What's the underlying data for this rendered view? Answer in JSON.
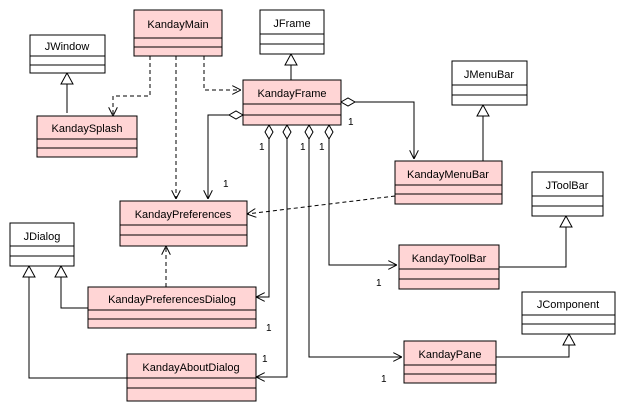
{
  "colors": {
    "app_class_fill": "#ffd5d5",
    "lib_class_fill": "#ffffff",
    "stroke": "#000000"
  },
  "classes": {
    "kandaymain": {
      "name": "KandayMain",
      "kind": "application"
    },
    "jframe": {
      "name": "JFrame",
      "kind": "library"
    },
    "jwindow": {
      "name": "JWindow",
      "kind": "library"
    },
    "kandaysplash": {
      "name": "KandaySplash",
      "kind": "application"
    },
    "kandayframe": {
      "name": "KandayFrame",
      "kind": "application"
    },
    "jmenubar": {
      "name": "JMenuBar",
      "kind": "library"
    },
    "kandaymenubar": {
      "name": "KandayMenuBar",
      "kind": "application"
    },
    "jtoolbar": {
      "name": "JToolBar",
      "kind": "library"
    },
    "kandaypreferences": {
      "name": "KandayPreferences",
      "kind": "application"
    },
    "jdialog": {
      "name": "JDialog",
      "kind": "library"
    },
    "kandaytoolbar": {
      "name": "KandayToolBar",
      "kind": "application"
    },
    "kandaypreferencesdialog": {
      "name": "KandayPreferencesDialog",
      "kind": "application"
    },
    "jcomponent": {
      "name": "JComponent",
      "kind": "library"
    },
    "kandaypane": {
      "name": "KandayPane",
      "kind": "application"
    },
    "kandayaboutdialog": {
      "name": "KandayAboutDialog",
      "kind": "application"
    }
  },
  "multiplicities": {
    "menubar_target": "1",
    "prefs_target": "1",
    "frame_side_a": "1",
    "frame_side_b": "1",
    "frame_side_c": "1",
    "toolbar_target": "1",
    "prefsdialog_target": "1",
    "aboutdialog_target": "1",
    "pane_target": "1"
  }
}
